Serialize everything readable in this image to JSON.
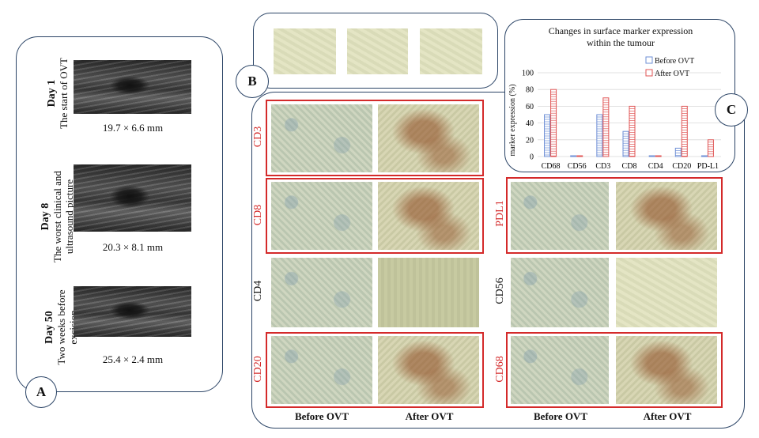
{
  "panel_a": {
    "badge": "A",
    "days": [
      {
        "day": "Day 1",
        "caption": "The start of OVT",
        "size": "19.7 × 6.6 mm"
      },
      {
        "day": "Day 8",
        "caption": "The worst clinical and ultrasound picture",
        "caption_line1": "The worst clinical and",
        "caption_line2": "ultrasound picture",
        "size": "20.3 × 8.1 mm"
      },
      {
        "day": "Day 50",
        "caption_line1": "Two weeks before",
        "caption_line2": "excision",
        "size": "25.4 × 2.4 mm"
      }
    ]
  },
  "panel_b": {
    "badge": "B"
  },
  "panel_c": {
    "badge": "C"
  },
  "markers_left": [
    {
      "name": "CD3",
      "color": "#d42a2a"
    },
    {
      "name": "CD8",
      "color": "#d42a2a"
    },
    {
      "name": "CD4",
      "color": "#111111"
    },
    {
      "name": "CD20",
      "color": "#d42a2a"
    }
  ],
  "markers_right": [
    {
      "name": "PDL1",
      "color": "#d42a2a"
    },
    {
      "name": "CD56",
      "color": "#111111"
    },
    {
      "name": "CD68",
      "color": "#d42a2a"
    }
  ],
  "column_labels": {
    "left_before": "Before OVT",
    "left_after": "After OVT",
    "right_before": "Before OVT",
    "right_after": "After OVT"
  },
  "colors": {
    "frame_red": "#d42a2a",
    "border_blue": "#2b4466",
    "before_bar": "#6e8fd6",
    "after_bar": "#e05555"
  },
  "chart_data": {
    "type": "bar",
    "title": "Changes in surface marker expression within the tumour",
    "title_line1": "Changes in surface marker expression",
    "title_line2": "within the tumour",
    "ylabel": "marker expression (%)",
    "xlabel": "",
    "ylim": [
      0,
      100
    ],
    "yticks": [
      "0",
      "20",
      "40",
      "60",
      "80",
      "100"
    ],
    "categories": [
      "CD68",
      "CD56",
      "CD3",
      "CD8",
      "CD4",
      "CD20",
      "PD-L1"
    ],
    "series": [
      {
        "name": "Before OVT",
        "values": [
          50,
          0,
          50,
          30,
          0,
          10,
          0
        ]
      },
      {
        "name": "After OVT",
        "values": [
          80,
          0,
          70,
          60,
          0,
          60,
          20
        ]
      }
    ],
    "legend": "top-right",
    "grid": true
  }
}
